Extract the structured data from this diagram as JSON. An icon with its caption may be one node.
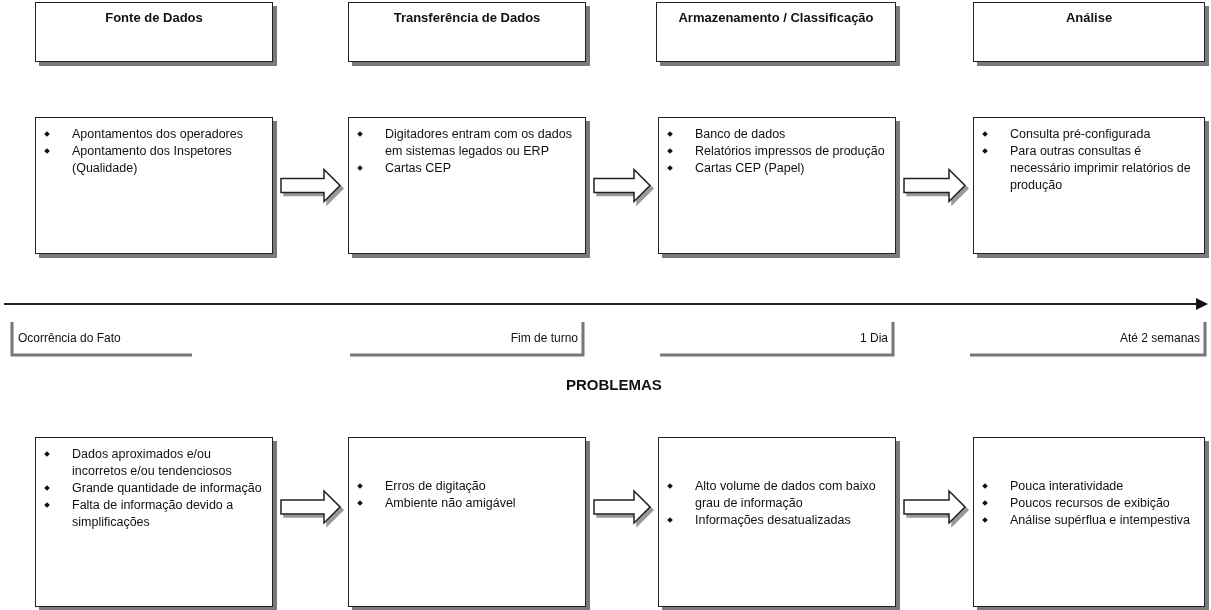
{
  "diagram": {
    "nodes": [
      {
        "text": [
          "Fonte de Dados"
        ]
      },
      {
        "text": [
          "Transferência de Dados"
        ]
      },
      {
        "text": [
          "Armazenamento / Classificação"
        ]
      },
      {
        "text": [
          "Análise"
        ]
      },
      {
        "text": [
          "Apontamentos dos operadores",
          "Apontamento dos Inspetores (Qualidade)"
        ]
      },
      {
        "text": [
          "Digitadores entram com os dados em sistemas legados ou ERP",
          "Cartas CEP"
        ]
      },
      {
        "text": [
          "Banco de dados",
          "Relatórios impressos de produção",
          "Cartas CEP (Papel)"
        ]
      },
      {
        "text": [
          "Consulta pré-configurada",
          "Para outras consultas é necessário imprimir relatórios de produção"
        ]
      },
      {
        "text": [
          "Dados aproximados e/ou incorretos e/ou tendenciosos",
          "Grande quantidade de informação",
          "Falta de informação devido a simplificações"
        ]
      },
      {
        "text": [
          "Erros de digitação",
          "Ambiente não amigável"
        ]
      },
      {
        "text": [
          "Alto volume de dados com baixo grau de informação",
          "Informações desatualizadas"
        ]
      },
      {
        "text": [
          "Pouca interatividade",
          "Poucos recursos de exibição",
          "Análise supérflua e intempestiva"
        ]
      }
    ],
    "edges": [
      {
        "from": 4,
        "to": 5,
        "arrow": "to"
      },
      {
        "from": 5,
        "to": 6,
        "arrow": "to"
      },
      {
        "from": 6,
        "to": 7,
        "arrow": "to"
      },
      {
        "from": 8,
        "to": 9,
        "arrow": "to"
      },
      {
        "from": 9,
        "to": 10,
        "arrow": "to"
      },
      {
        "from": 10,
        "to": 11,
        "arrow": "to"
      }
    ],
    "labels": [
      "Ocorrência do Fato",
      "Fim de turno",
      "1 Dia",
      "Até 2 semanas",
      "PROBLEMAS"
    ]
  }
}
